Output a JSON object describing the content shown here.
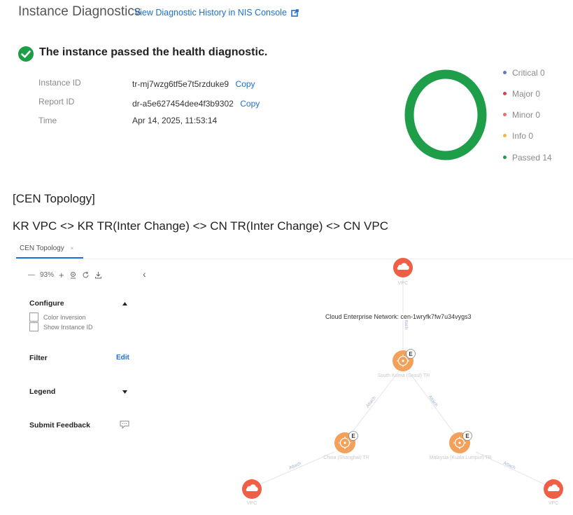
{
  "header": {
    "title": "Instance Diagnostics",
    "history_link": "View Diagnostic History in NIS Console"
  },
  "status": {
    "message": "The instance passed the health diagnostic.",
    "rows": [
      {
        "label": "Instance ID",
        "value": "tr-mj7wzg6tf5e7t5rzduke9",
        "copy": "Copy"
      },
      {
        "label": "Report ID",
        "value": "dr-a5e627454dee4f3b9302",
        "copy": "Copy"
      },
      {
        "label": "Time",
        "value": "Apr 14, 2025, 11:53:14"
      }
    ]
  },
  "summary": {
    "colors": {
      "critical": "#6b72c9",
      "major": "#d9404c",
      "minor": "#ef6b6b",
      "info": "#f2b54a",
      "passed": "#1f9e4a"
    },
    "legend": [
      {
        "label": "Critical",
        "count": 0
      },
      {
        "label": "Major",
        "count": 0
      },
      {
        "label": "Minor",
        "count": 0
      },
      {
        "label": "Info",
        "count": 0
      },
      {
        "label": "Passed",
        "count": 14
      }
    ]
  },
  "notes": {
    "heading": "[CEN Topology]",
    "route": "KR VPC <> KR TR(Inter Change) <> CN TR(Inter Change) <> CN VPC"
  },
  "topology_tab": {
    "tab_label": "CEN Topology",
    "toolbar": {
      "zoom_out": "—",
      "zoom_level": "93%",
      "zoom_in": "+",
      "collapse": "‹"
    },
    "configure": {
      "title": "Configure",
      "options": [
        {
          "label": "Color Inversion"
        },
        {
          "label": "Show Instance ID"
        }
      ]
    },
    "filter": {
      "title": "Filter",
      "edit": "Edit"
    },
    "legend_section": {
      "title": "Legend"
    },
    "feedback": {
      "title": "Submit Feedback"
    }
  },
  "graph": {
    "cen_label": "Cloud Enterprise Network: cen-1wryfk7fw7u34vygs3",
    "nodes": [
      {
        "label": "VPC",
        "badge": ""
      },
      {
        "label": "South Korea (Seoul) TR",
        "badge": "E"
      },
      {
        "label": "China (Shanghai) TR",
        "badge": "E"
      },
      {
        "label": "Malaysia (Kuala Lumpur) TR",
        "badge": "E"
      },
      {
        "label": "VPC",
        "badge": ""
      },
      {
        "label": "VPC",
        "badge": ""
      }
    ],
    "edge_label": "Attach"
  }
}
